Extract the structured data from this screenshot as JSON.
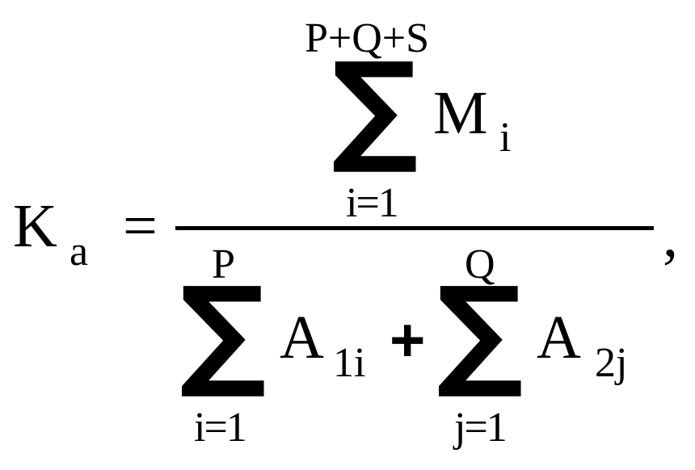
{
  "formula": {
    "lhs": {
      "symbol": "K",
      "subscript": "a"
    },
    "equals": "=",
    "numerator": {
      "sum": {
        "operator": "∑",
        "upper": "P+Q+S",
        "lower": "i=1",
        "term": "M",
        "term_subscript": "i"
      }
    },
    "denominator": {
      "sum1": {
        "operator": "∑",
        "upper": "P",
        "lower": "i=1",
        "term": "A",
        "term_subscript": "1i"
      },
      "plus": "+",
      "sum2": {
        "operator": "∑",
        "upper": "Q",
        "lower": "j=1",
        "term": "A",
        "term_subscript": "2j"
      }
    },
    "trailing": ","
  }
}
